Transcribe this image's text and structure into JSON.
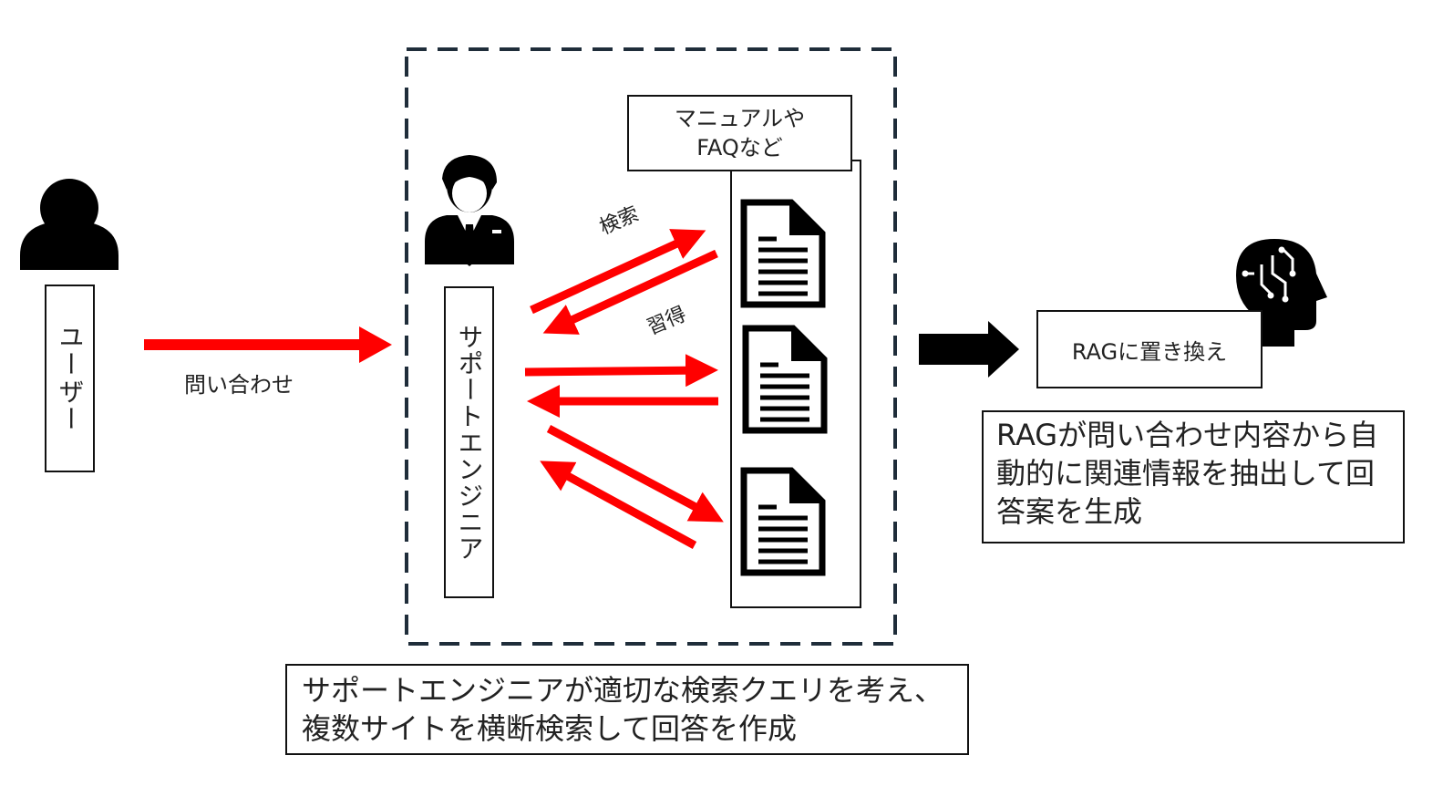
{
  "user": {
    "label": "ユーザー"
  },
  "engineer": {
    "label": "サポートエンジニア"
  },
  "docs": {
    "label": "マニュアルや\nFAQなど"
  },
  "inquiry_label": "問い合わせ",
  "search_label": "検索",
  "learn_label": "習得",
  "current_process": "サポートエンジニアが適切な検索クエリを考え、複数サイトを横断検索して回答を作成",
  "rag": {
    "label": "RAGに置き換え",
    "description": "RAGが問い合わせ内容から自動的に関連情報を抽出して回答案を生成"
  },
  "colors": {
    "arrow_red": "#ff0000",
    "line_dark": "#1f2d3a"
  }
}
